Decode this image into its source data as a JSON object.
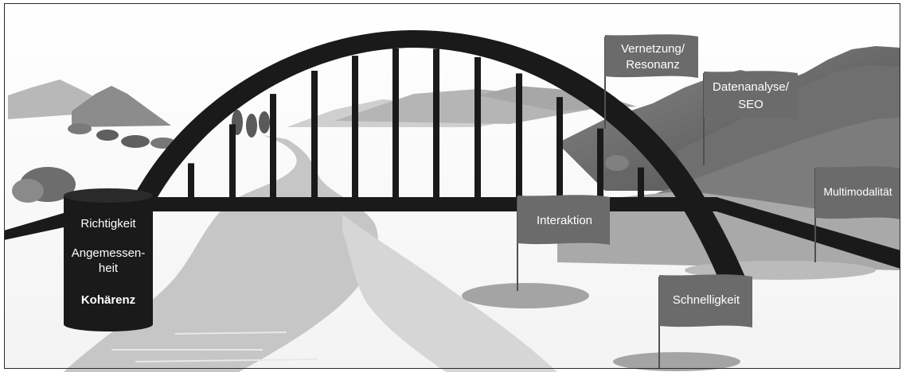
{
  "pillar": {
    "items": [
      "Richtigkeit",
      "Angemessen-",
      "heit",
      "Kohärenz"
    ]
  },
  "flags": {
    "vernetzung_line1": "Vernetzung/",
    "vernetzung_line2": "Resonanz",
    "datenanalyse_line1": "Datenanalyse/",
    "datenanalyse_line2": "SEO",
    "interaktion": "Interaktion",
    "multimodalitaet": "Multimodalität",
    "schnelligkeit": "Schnelligkeit"
  },
  "colors": {
    "bridge": "#1a1a1a",
    "flag": "#6b6b6b",
    "river": "#c8c8c8",
    "mountain_dark": "#5a5a5a",
    "mountain_light": "#9a9a9a",
    "text_on_dark": "#ffffff"
  }
}
